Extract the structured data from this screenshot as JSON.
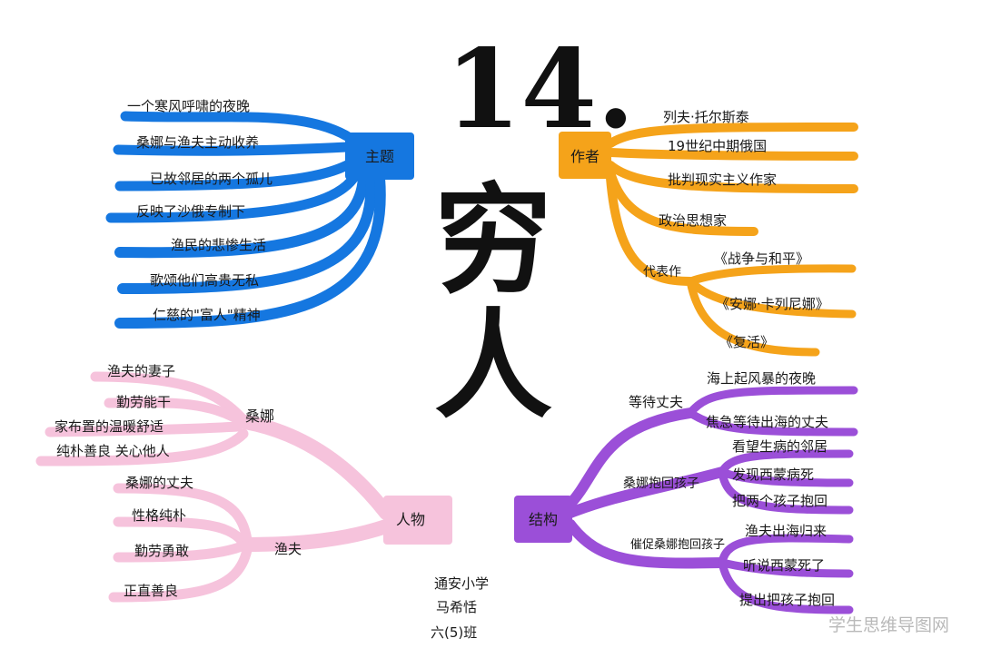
{
  "title": {
    "number": "14.",
    "char1": "穷",
    "char2": "人"
  },
  "branches": {
    "theme": {
      "label": "主题",
      "items": [
        "一个寒风呼啸的夜晚",
        "桑娜与渔夫主动收养",
        "已故邻居的两个孤儿",
        "反映了沙俄专制下",
        "渔民的悲惨生活",
        "歌颂他们高贵无私",
        "仁慈的\"富人\"精神"
      ]
    },
    "author": {
      "label": "作者",
      "items": [
        "列夫·托尔斯泰",
        "19世纪中期俄国",
        "批判现实主义作家",
        "政治思想家"
      ],
      "works_label": "代表作",
      "works": [
        "《战争与和平》",
        "《安娜·卡列尼娜》",
        "《复活》"
      ]
    },
    "characters": {
      "label": "人物",
      "sangna": {
        "label": "桑娜",
        "items": [
          "渔夫的妻子",
          "勤劳能干",
          "家布置的温暖舒适",
          "纯朴善良 关心他人"
        ]
      },
      "fisherman": {
        "label": "渔夫",
        "items": [
          "桑娜的丈夫",
          "性格纯朴",
          "勤劳勇敢",
          "正直善良"
        ]
      }
    },
    "structure": {
      "label": "结构",
      "groups": [
        {
          "label": "等待丈夫",
          "items": [
            "海上起风暴的夜晚",
            "焦急等待出海的丈夫"
          ]
        },
        {
          "label": "桑娜抱回孩子",
          "items": [
            "看望生病的邻居",
            "发现西蒙病死",
            "把两个孩子抱回"
          ]
        },
        {
          "label": "催促桑娜抱回孩子",
          "items": [
            "渔夫出海归来",
            "听说西蒙死了",
            "提出把孩子抱回"
          ]
        }
      ]
    }
  },
  "signature": [
    "通安小学",
    "马希恬",
    "六(5)班"
  ],
  "watermark": "学生思维导图网",
  "colors": {
    "theme": "#1577e0",
    "author": "#f5a31a",
    "characters": "#f6c3dc",
    "structure": "#9b4fd8",
    "text": "#1a1a1a"
  }
}
